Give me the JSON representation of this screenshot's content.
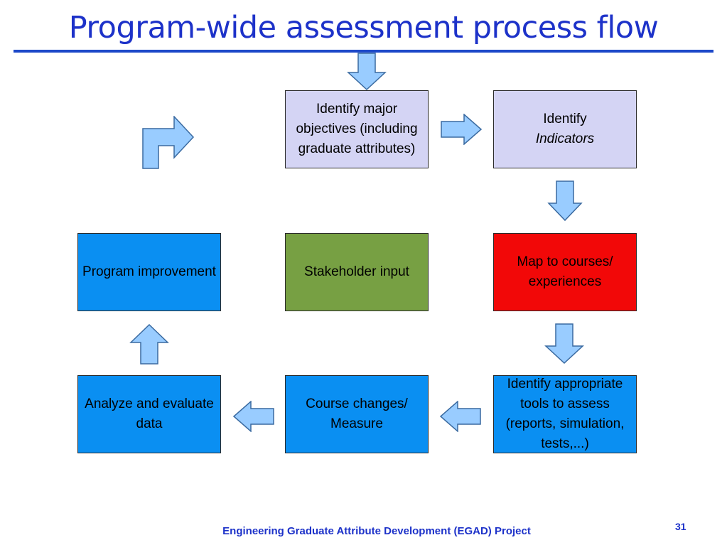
{
  "slide": {
    "title": "Program-wide assessment process flow",
    "footer": "Engineering Graduate Attribute Development (EGAD) Project",
    "page_number": "31"
  },
  "boxes": {
    "objectives": {
      "text": "Identify major objectives (including graduate attributes)",
      "color": "#d4d4f4"
    },
    "indicators": {
      "line1": "Identify",
      "line2": "Indicators",
      "color": "#d4d4f4"
    },
    "program_improvement": {
      "text": "Program improvement",
      "color": "#0a8ff2"
    },
    "stakeholder": {
      "text": "Stakeholder input",
      "color": "#77a043"
    },
    "map_courses": {
      "text": "Map to courses/ experiences",
      "color": "#f20808"
    },
    "analyze": {
      "text": "Analyze and evaluate data",
      "color": "#0a8ff2"
    },
    "course_changes": {
      "text": "Course changes/ Measure",
      "color": "#0a8ff2"
    },
    "tools": {
      "text": "Identify appropriate tools to assess (reports, simulation, tests,...)",
      "color": "#0a8ff2"
    }
  },
  "colors": {
    "accent": "#1d32c9",
    "arrow_fill": "#99ccff",
    "arrow_stroke": "#3a6aa0"
  },
  "arrows": [
    "arrow-down-icon",
    "arrow-right-icon",
    "arrow-down-icon",
    "arrow-down-icon",
    "arrow-left-icon",
    "arrow-left-icon",
    "arrow-up-icon",
    "bent-arrow-icon"
  ]
}
